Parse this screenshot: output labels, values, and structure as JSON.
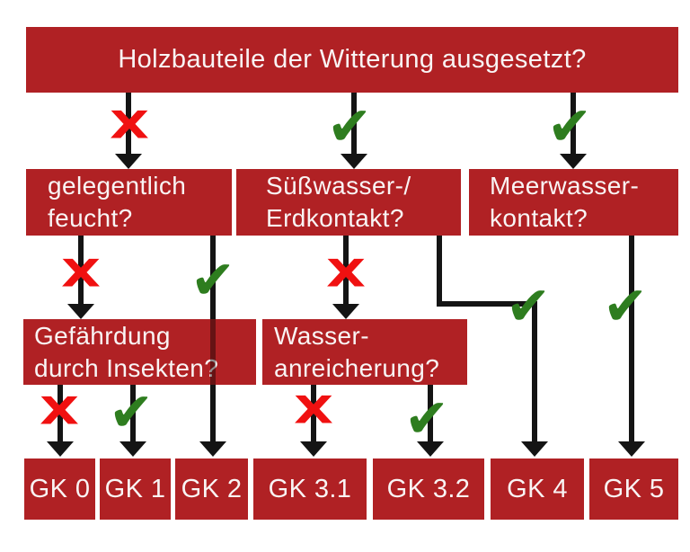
{
  "colors": {
    "box_red": "#b02124",
    "x_red": "#f01111",
    "check_green": "#2e7d1f",
    "line_black": "#141414",
    "text_color": "#f9f4f4"
  },
  "marks": {
    "no": "X",
    "yes": "✔"
  },
  "root": {
    "label": "Holzbauteile der Witterung ausgesetzt?"
  },
  "questions": {
    "feucht": {
      "line1": "gelegentlich",
      "line2": "feucht?"
    },
    "suesswasser": {
      "line1": "Süßwasser-/",
      "line2": "Erdkontakt?"
    },
    "meerwasser": {
      "line1": "Meerwasser-",
      "line2": "kontakt?"
    },
    "insekten": {
      "line1": "Gefährdung",
      "line2": "durch Insekten?"
    },
    "wasseranreicherung": {
      "line1": "Wasser-",
      "line2": "anreicherung?"
    }
  },
  "results": [
    "GK 0",
    "GK 1",
    "GK 2",
    "GK 3.1",
    "GK 3.2",
    "GK 4",
    "GK 5"
  ]
}
